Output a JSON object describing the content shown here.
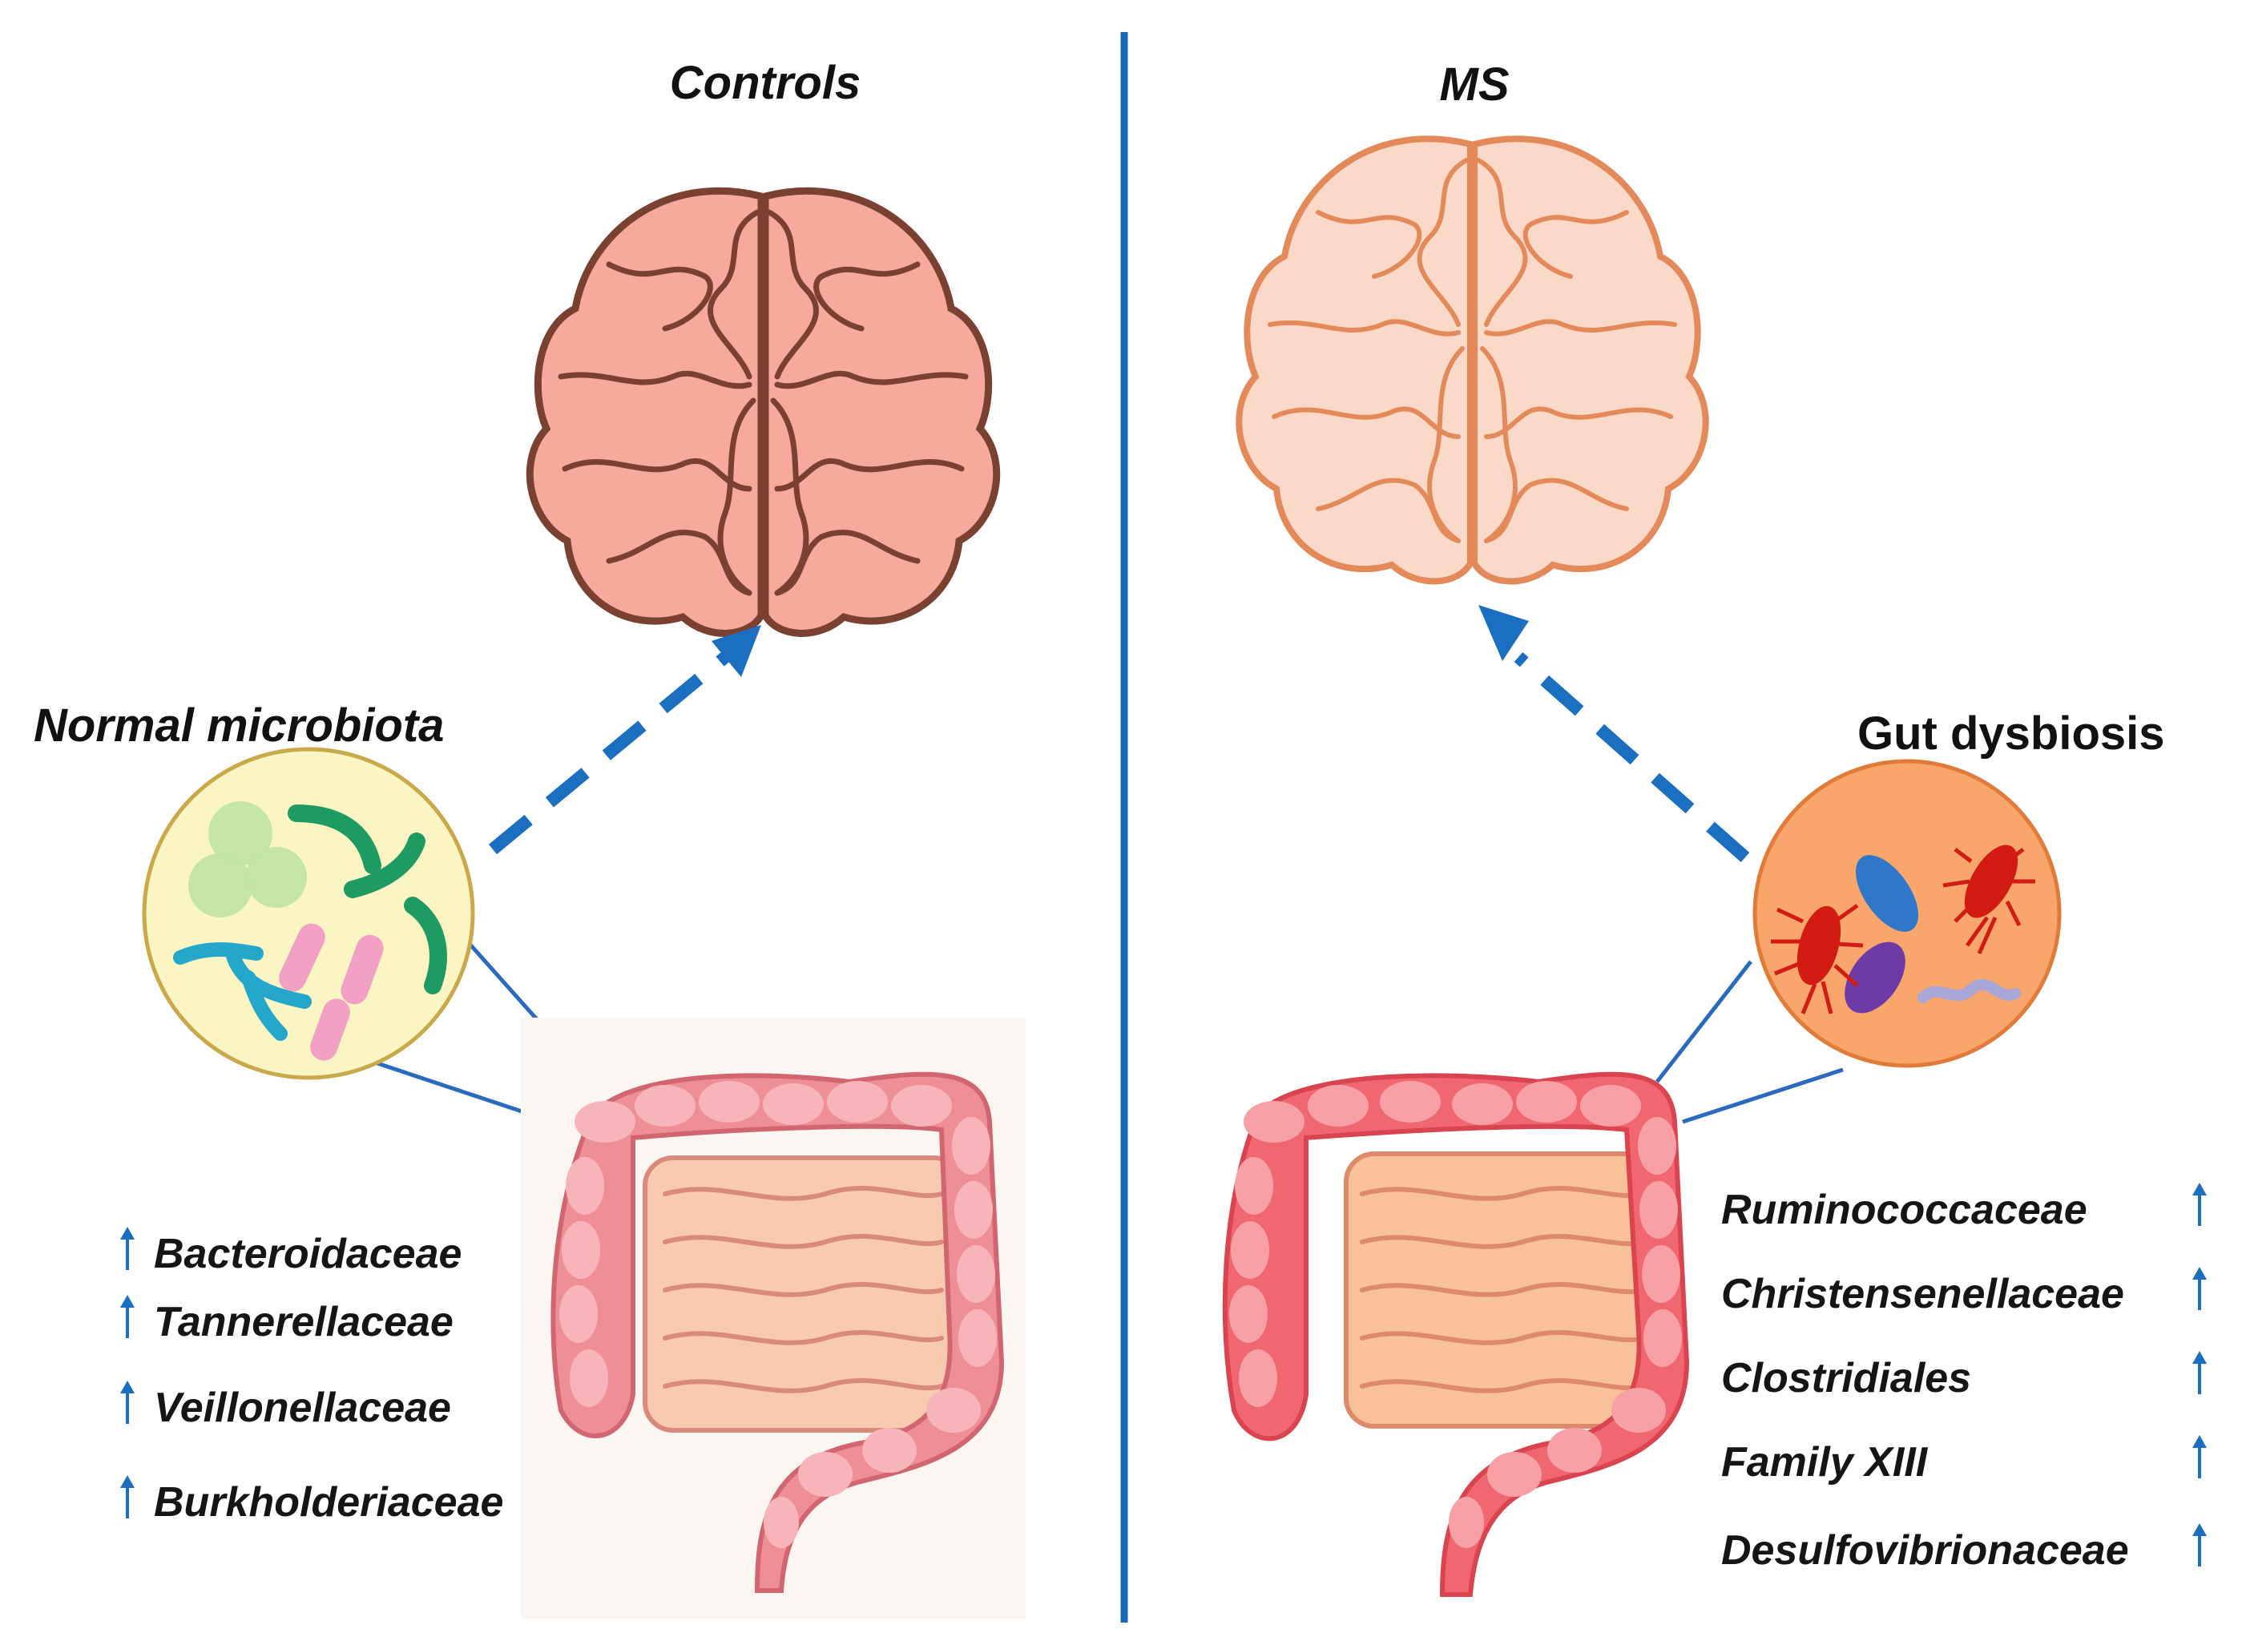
{
  "panels": {
    "left": {
      "title": "Controls",
      "group_label": "Normal microbiota",
      "taxa": [
        "Bacteroidaceae",
        "Tannerellaceae",
        "Veillonellaceae",
        "Burkholderiaceae"
      ]
    },
    "right": {
      "title": "MS",
      "group_label": "Gut dysbiosis",
      "taxa": [
        "Ruminococcaceae",
        "Christensenellaceae",
        "Clostridiales",
        "Family XIII",
        "Desulfovibrionaceae"
      ]
    }
  },
  "colors": {
    "divider": "#1a67b5",
    "arrow": "#1a6fc0",
    "brain_controls_fill": "#f7aa9c",
    "brain_controls_stroke": "#7a4030",
    "brain_ms_fill": "#fbd9c8",
    "brain_ms_stroke": "#e48a5a",
    "intestine_controls": "#ee8f95",
    "intestine_ms": "#f0676f",
    "microbiota_circle_fill": "#fbf5c4",
    "dysbiosis_circle_fill": "#f9a66d"
  }
}
